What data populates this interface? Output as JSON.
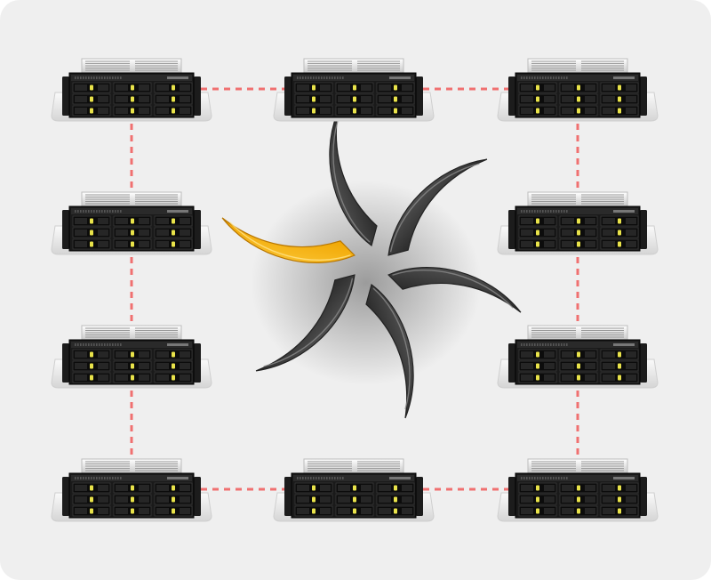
{
  "diagram": {
    "kind": "server-ring-network",
    "background": "#efefef",
    "link_color": "#f07070",
    "center_logo": {
      "name": "swirl-logo",
      "arm_colors": [
        "#3a3a3a",
        "#f0a500"
      ],
      "arms": 6
    },
    "servers": [
      {
        "id": "top-left"
      },
      {
        "id": "top-center"
      },
      {
        "id": "top-right"
      },
      {
        "id": "mid1-left"
      },
      {
        "id": "mid1-right"
      },
      {
        "id": "mid2-left"
      },
      {
        "id": "mid2-right"
      },
      {
        "id": "bottom-left"
      },
      {
        "id": "bottom-center"
      },
      {
        "id": "bottom-right"
      }
    ],
    "links": [
      [
        "top-left",
        "top-center"
      ],
      [
        "top-center",
        "top-right"
      ],
      [
        "top-left",
        "mid1-left"
      ],
      [
        "mid1-left",
        "mid2-left"
      ],
      [
        "mid2-left",
        "bottom-left"
      ],
      [
        "top-right",
        "mid1-right"
      ],
      [
        "mid1-right",
        "mid2-right"
      ],
      [
        "mid2-right",
        "bottom-right"
      ],
      [
        "bottom-left",
        "bottom-center"
      ],
      [
        "bottom-center",
        "bottom-right"
      ]
    ]
  }
}
